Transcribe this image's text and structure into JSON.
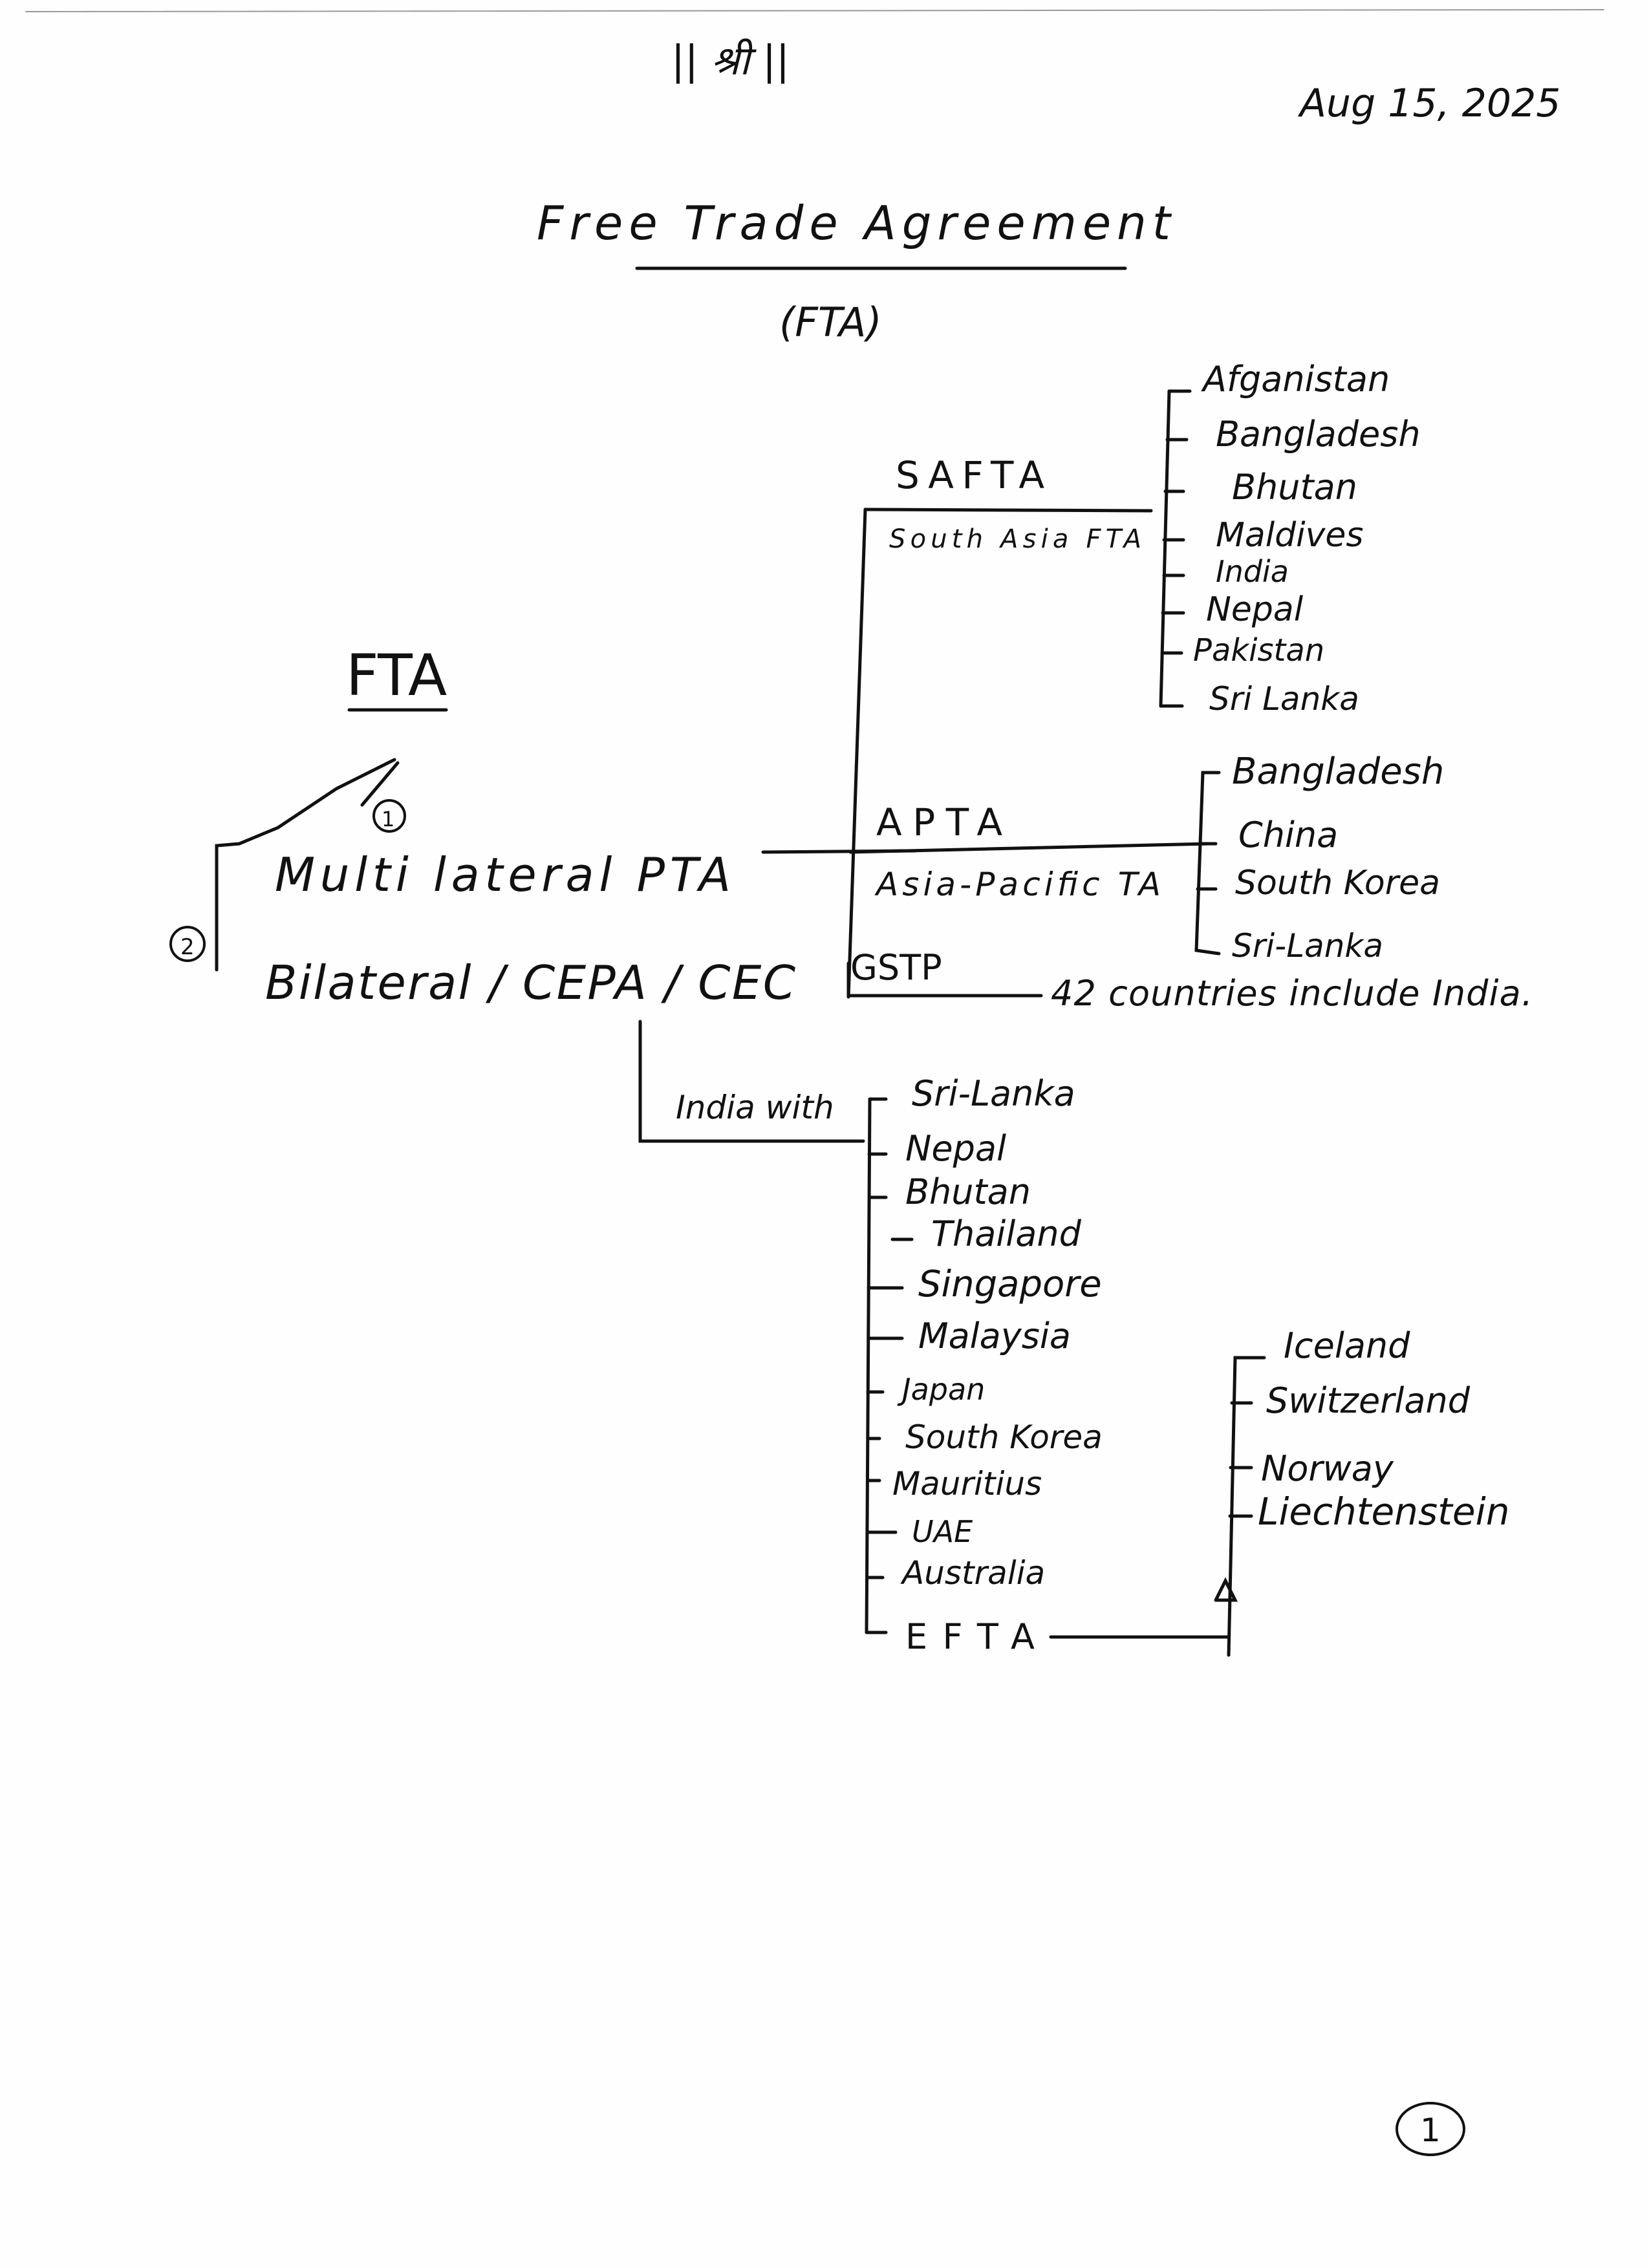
{
  "header": {
    "mark": "|| श्री ||",
    "date": "Aug 15, 2025",
    "title": "Free Trade Agreement",
    "abbr": "(FTA)"
  },
  "root": {
    "label": "FTA",
    "num1": "1",
    "num2": "2"
  },
  "types": {
    "multilateral": "Multi lateral PTA",
    "bilateral": "Bilateral / CEPA / CEC"
  },
  "safta": {
    "name": "SAFTA",
    "full": "South Asia FTA",
    "members": [
      "Afganistan",
      "Bangladesh",
      "Bhutan",
      "Maldives",
      "India",
      "Nepal",
      "Pakistan",
      "Sri Lanka"
    ]
  },
  "apta": {
    "name": "APTA",
    "full": "Asia-Pacific TA",
    "members": [
      "Bangladesh",
      "China",
      "South Korea",
      "Sri-Lanka"
    ]
  },
  "gstp": {
    "name": "GSTP",
    "note": "42 countries include India."
  },
  "india_with": {
    "label": "India with",
    "partners": [
      "Sri-Lanka",
      "Nepal",
      "Bhutan",
      "Thailand",
      "Singapore",
      "Malaysia",
      "Japan",
      "South Korea",
      "Mauritius",
      "UAE",
      "Australia",
      "EFTA"
    ]
  },
  "efta": {
    "members": [
      "Iceland",
      "Switzerland",
      "Norway",
      "Liechtenstein"
    ]
  },
  "footer": {
    "page_number": "1"
  }
}
